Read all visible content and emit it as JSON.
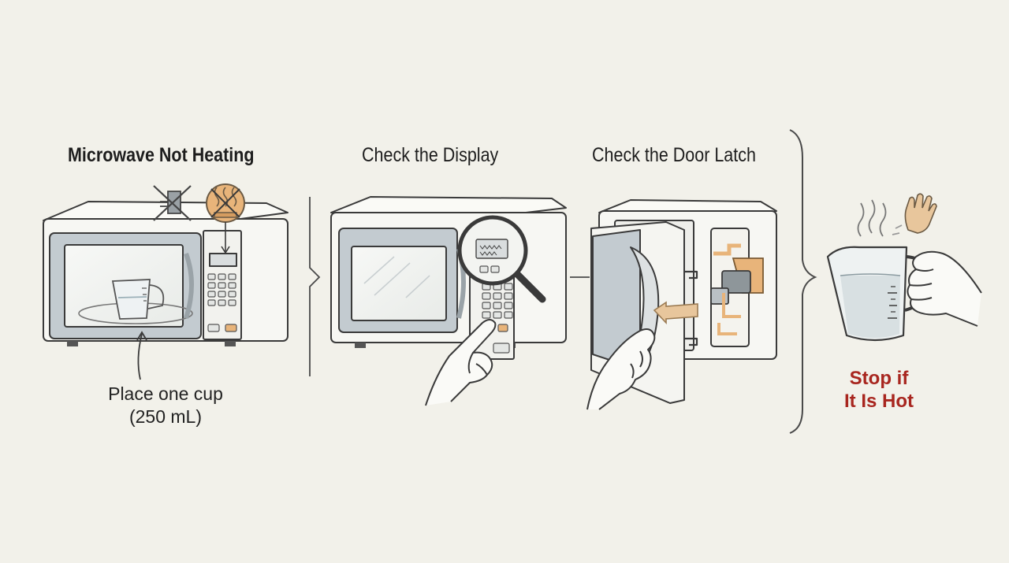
{
  "steps": {
    "step1_title": "Microwave Not Heating",
    "step2_title": "Check the Display",
    "step3_title": "Check the Door Latch",
    "warning_line1": "Stop if",
    "warning_line2": "It Is Hot"
  },
  "annotations": {
    "cup_caption_line1": "Place one cup",
    "cup_caption_line2": "(250 mL)"
  },
  "colors": {
    "background": "#f2f1ea",
    "outline": "#3a3a3a",
    "accent": "#e8b47a",
    "warning": "#a8261f",
    "window": "#b9c2c7"
  },
  "icons": [
    "no-plug-icon",
    "no-heat-icon",
    "magnifier-icon",
    "hot-steam-icon",
    "stop-hand-icon"
  ]
}
